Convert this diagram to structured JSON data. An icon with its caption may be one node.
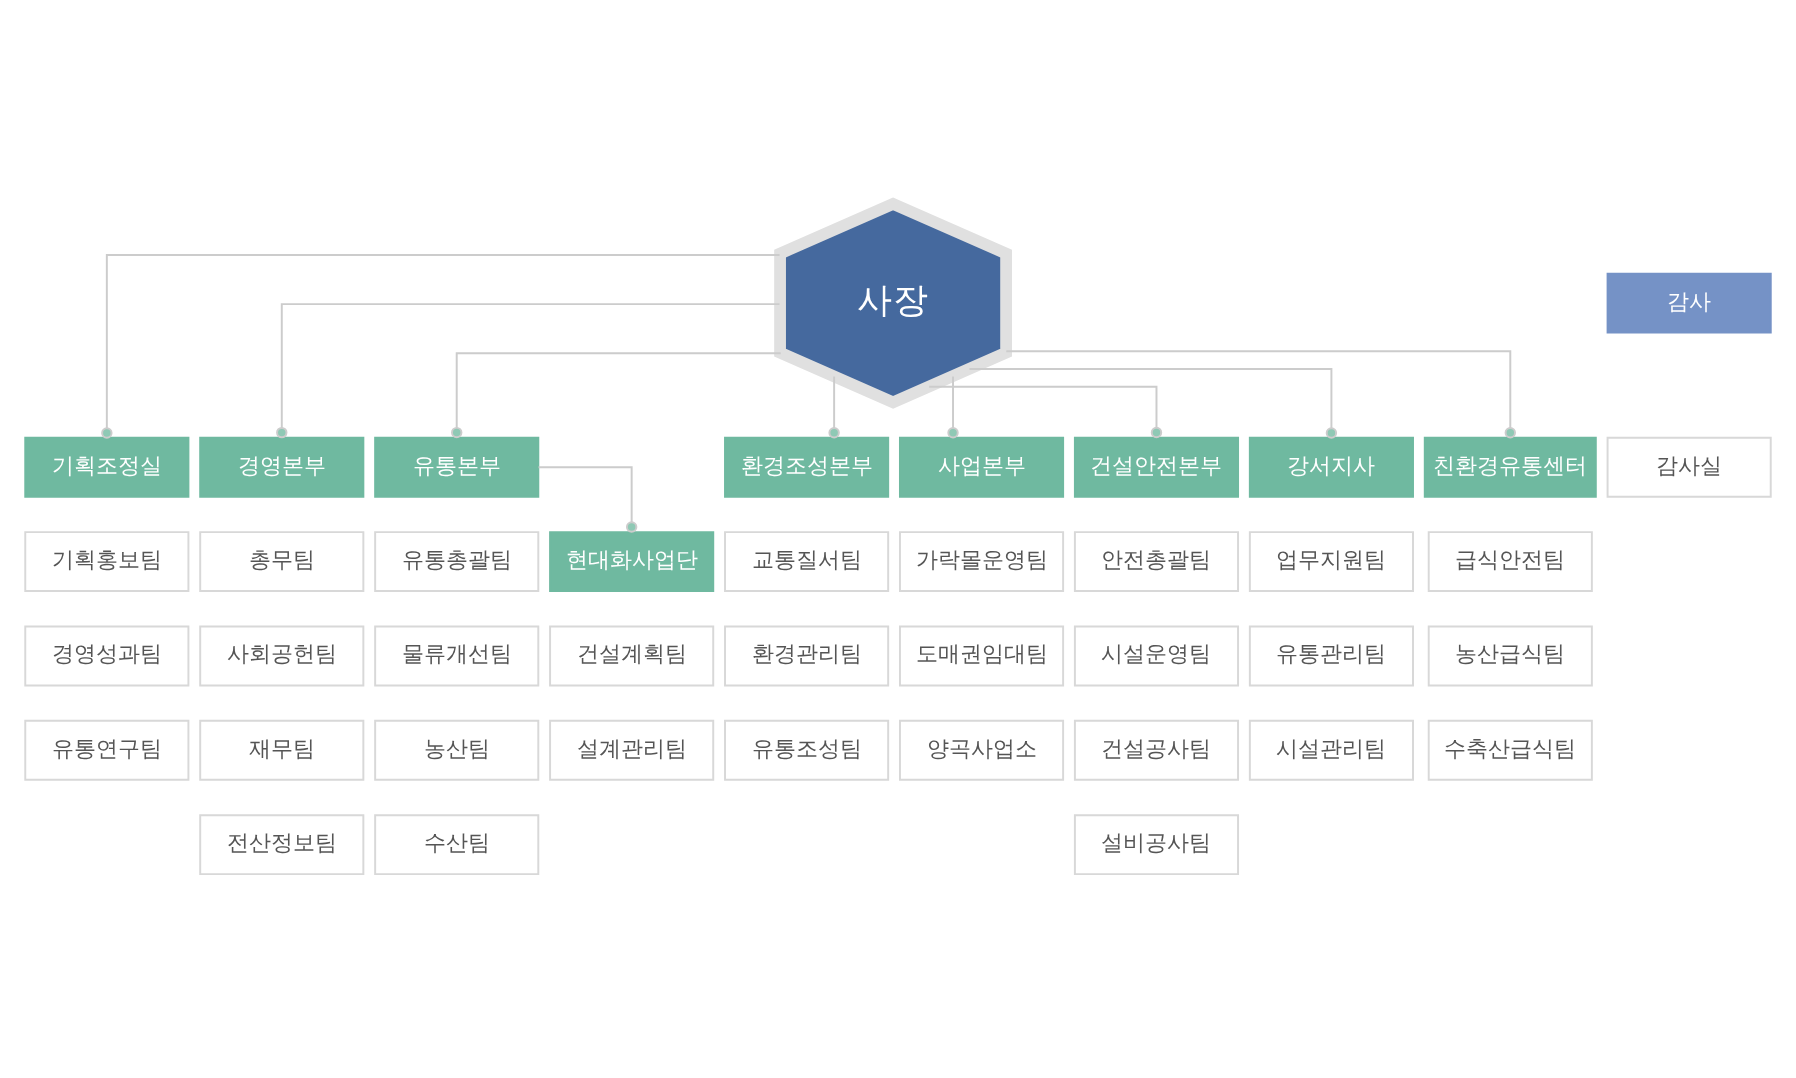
{
  "diagram": {
    "nodes": [
      {
        "text": [
          "사장"
        ]
      },
      {
        "text": [
          "감사"
        ]
      },
      {
        "text": [
          "감사실"
        ]
      },
      {
        "text": [
          "기획조정실"
        ]
      },
      {
        "text": [
          "기획홍보팀"
        ]
      },
      {
        "text": [
          "경영성과팀"
        ]
      },
      {
        "text": [
          "유통연구팀"
        ]
      },
      {
        "text": [
          "경영본부"
        ]
      },
      {
        "text": [
          "총무팀"
        ]
      },
      {
        "text": [
          "사회공헌팀"
        ]
      },
      {
        "text": [
          "재무팀"
        ]
      },
      {
        "text": [
          "전산정보팀"
        ]
      },
      {
        "text": [
          "유통본부"
        ]
      },
      {
        "text": [
          "유통총괄팀"
        ]
      },
      {
        "text": [
          "물류개선팀"
        ]
      },
      {
        "text": [
          "농산팀"
        ]
      },
      {
        "text": [
          "수산팀"
        ]
      },
      {
        "text": [
          "현대화사업단"
        ]
      },
      {
        "text": [
          "건설계획팀"
        ]
      },
      {
        "text": [
          "설계관리팀"
        ]
      },
      {
        "text": [
          "환경조성본부"
        ]
      },
      {
        "text": [
          "교통질서팀"
        ]
      },
      {
        "text": [
          "환경관리팀"
        ]
      },
      {
        "text": [
          "유통조성팀"
        ]
      },
      {
        "text": [
          "사업본부"
        ]
      },
      {
        "text": [
          "가락몰운영팀"
        ]
      },
      {
        "text": [
          "도매권임대팀"
        ]
      },
      {
        "text": [
          "양곡사업소"
        ]
      },
      {
        "text": [
          "건설안전본부"
        ]
      },
      {
        "text": [
          "안전총괄팀"
        ]
      },
      {
        "text": [
          "시설운영팀"
        ]
      },
      {
        "text": [
          "건설공사팀"
        ]
      },
      {
        "text": [
          "설비공사팀"
        ]
      },
      {
        "text": [
          "강서지사"
        ]
      },
      {
        "text": [
          "업무지원팀"
        ]
      },
      {
        "text": [
          "유통관리팀"
        ]
      },
      {
        "text": [
          "시설관리팀"
        ]
      },
      {
        "text": [
          "친환경유통센터"
        ]
      },
      {
        "text": [
          "급식안전팀"
        ]
      },
      {
        "text": [
          "농산급식팀"
        ]
      },
      {
        "text": [
          "수축산급식팀"
        ]
      }
    ],
    "edges": [
      {
        "from": 0,
        "to": 3,
        "arrow": "other"
      },
      {
        "from": 0,
        "to": 7,
        "arrow": "other"
      },
      {
        "from": 0,
        "to": 12,
        "arrow": "other"
      },
      {
        "from": 0,
        "to": 20,
        "arrow": "other"
      },
      {
        "from": 0,
        "to": 24,
        "arrow": "other"
      },
      {
        "from": 0,
        "to": 28,
        "arrow": "other"
      },
      {
        "from": 0,
        "to": 33,
        "arrow": "other"
      },
      {
        "from": 0,
        "to": 37,
        "arrow": "other"
      },
      {
        "from": 12,
        "to": 17,
        "arrow": "other"
      }
    ]
  }
}
